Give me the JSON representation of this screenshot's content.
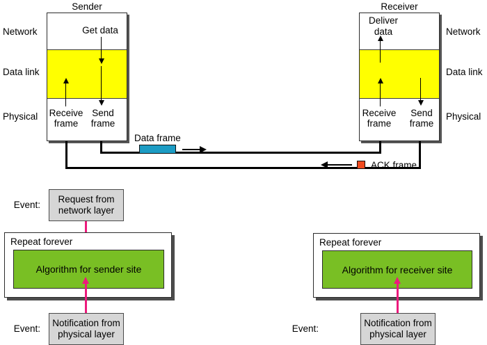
{
  "diagram": {
    "title_sender": "Sender",
    "title_receiver": "Receiver",
    "layers_left": [
      "Network",
      "Data link",
      "Physical"
    ],
    "layers_right": [
      "Network",
      "Data link",
      "Physical"
    ],
    "sender": {
      "get_data": "Get data",
      "receive_frame_line1": "Receive",
      "receive_frame_line2": "frame",
      "send_frame_line1": "Send",
      "send_frame_line2": "frame"
    },
    "receiver": {
      "deliver_data_line1": "Deliver",
      "deliver_data_line2": "data",
      "receive_frame_line1": "Receive",
      "receive_frame_line2": "frame",
      "send_frame_line1": "Send",
      "send_frame_line2": "frame"
    },
    "link": {
      "data_frame_label": "Data frame",
      "ack_frame_label": "ACK frame"
    },
    "sender_block": {
      "event_top_prefix": "Event:",
      "event_top_line1": "Request from",
      "event_top_line2": "network layer",
      "repeat_label": "Repeat forever",
      "algorithm_label": "Algorithm for sender site",
      "event_bottom_prefix": "Event:",
      "event_bottom_line1": "Notification from",
      "event_bottom_line2": "physical layer"
    },
    "receiver_block": {
      "repeat_label": "Repeat forever",
      "algorithm_label": "Algorithm for receiver site",
      "event_bottom_prefix": "Event:",
      "event_bottom_line1": "Notification from",
      "event_bottom_line2": "physical layer"
    },
    "colors": {
      "data_link_fill": "#FFFF00",
      "algorithm_fill": "#79BF24",
      "event_fill": "#D6D6D6",
      "data_frame_swatch": "#1C9CC4",
      "ack_frame_swatch": "#F04A1E",
      "event_arrow": "#EC1A7C",
      "outline": "#2B2B2B"
    }
  }
}
